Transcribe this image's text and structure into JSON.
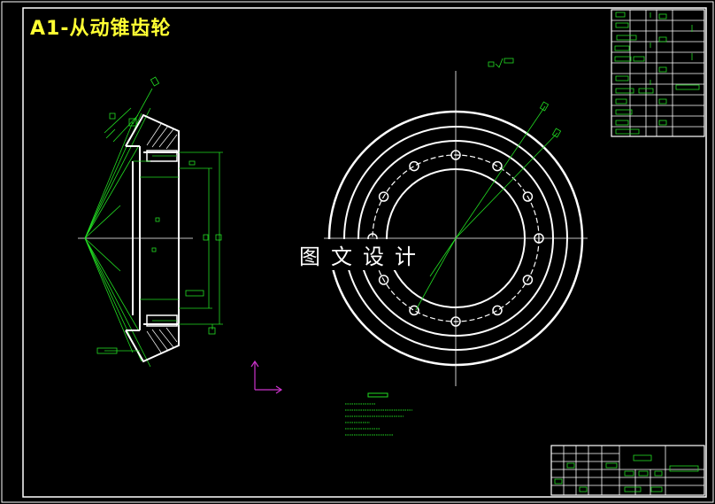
{
  "drawing": {
    "title": "A1-从动锥齿轮",
    "watermark": "图文设计"
  },
  "colors": {
    "background": "#000000",
    "outline": "#ffffff",
    "construction": "#22dd22",
    "title_text": "#ffff33",
    "ucs_icon": "#cc33cc"
  },
  "front_view": {
    "bolt_holes": 12
  }
}
